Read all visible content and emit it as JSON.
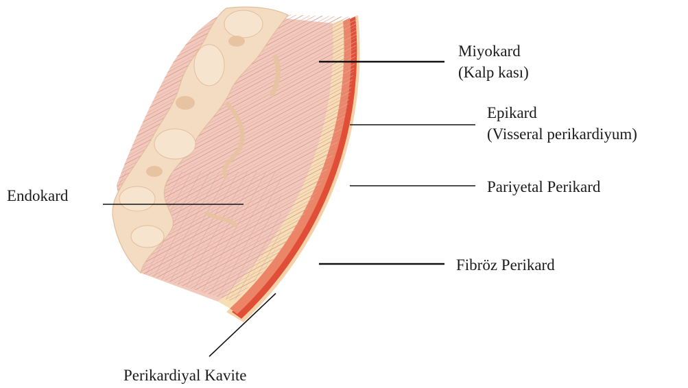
{
  "labels": {
    "myocardium": {
      "line1": "Miyokard",
      "line2": "(Kalp kası)"
    },
    "epicardium": {
      "line1": "Epikard",
      "line2": "(Visseral perikardiyum)"
    },
    "parietal_pericardium": "Pariyetal Perikard",
    "endocardium": "Endokard",
    "fibrous_pericardium": "Fibröz Perikard",
    "pericardial_cavity": "Perikardiyal Kavite"
  },
  "colors": {
    "endocardium_trabeculae": "#f4dcc3",
    "trabeculae_shadow": "#e8c3a2",
    "myocardium": "#f1c9bd",
    "myocardium_fibers": "#d99a8f",
    "epicardium": "#f6dfb5",
    "pericardial_cavity": "#ec8567",
    "parietal_pericardium": "#e04e38",
    "fibrous_pericardium": "#f6d1a8",
    "leader_lines": "#111111"
  }
}
